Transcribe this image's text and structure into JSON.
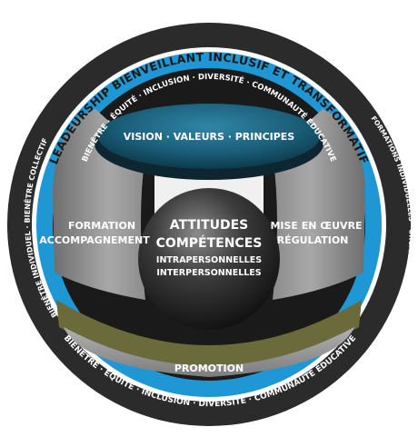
{
  "outer_ring": {
    "top_label": "LEADEURSHIP BIENVEILLANT INCLUSIF ET TRANSFORMATIF",
    "left_label": "BIENÊTRE INDIVIDUEL · BIENÊTRE COLLECTIF",
    "right_label": "TRANSFORMATIONS INDIVIDUELLES · ORGANISATIONNELLES · SOCIÉTALES",
    "bottom_label": "BIENÊTRE · ÉQUITÉ · INCLUSION · DIVERSITÉ · COMMUNAUTÉ ÉDUCATIVE"
  },
  "blue_ring": {
    "label": "BIENÊTRE · ÉQUITÉ · INCLUSION · DIVERSITÉ · COMMUNAUTÉ ÉDUCATIVE"
  },
  "top_disc": {
    "label": "VISION · VALEURS · PRINCIPES"
  },
  "left_panel": {
    "line1": "FORMATION",
    "line2": "ACCOMPAGNEMENT"
  },
  "right_panel": {
    "line1": "MISE EN ŒUVRE",
    "line2": "RÉGULATION"
  },
  "center_sphere": {
    "line1": "ATTITUDES",
    "line2": "COMPÉTENCES",
    "line3": "INTRAPERSONNELLES",
    "line4": "INTERPERSONNELLES"
  },
  "bottom_band": {
    "label": "PROMOTION"
  },
  "colors": {
    "dark_ring": "#2b2b2b",
    "blue_accent": "#1f97d4",
    "teal_disc": "#1b5f7a",
    "gray_panel": "#9a9a9a",
    "olive_band": "#6b6a3a"
  }
}
